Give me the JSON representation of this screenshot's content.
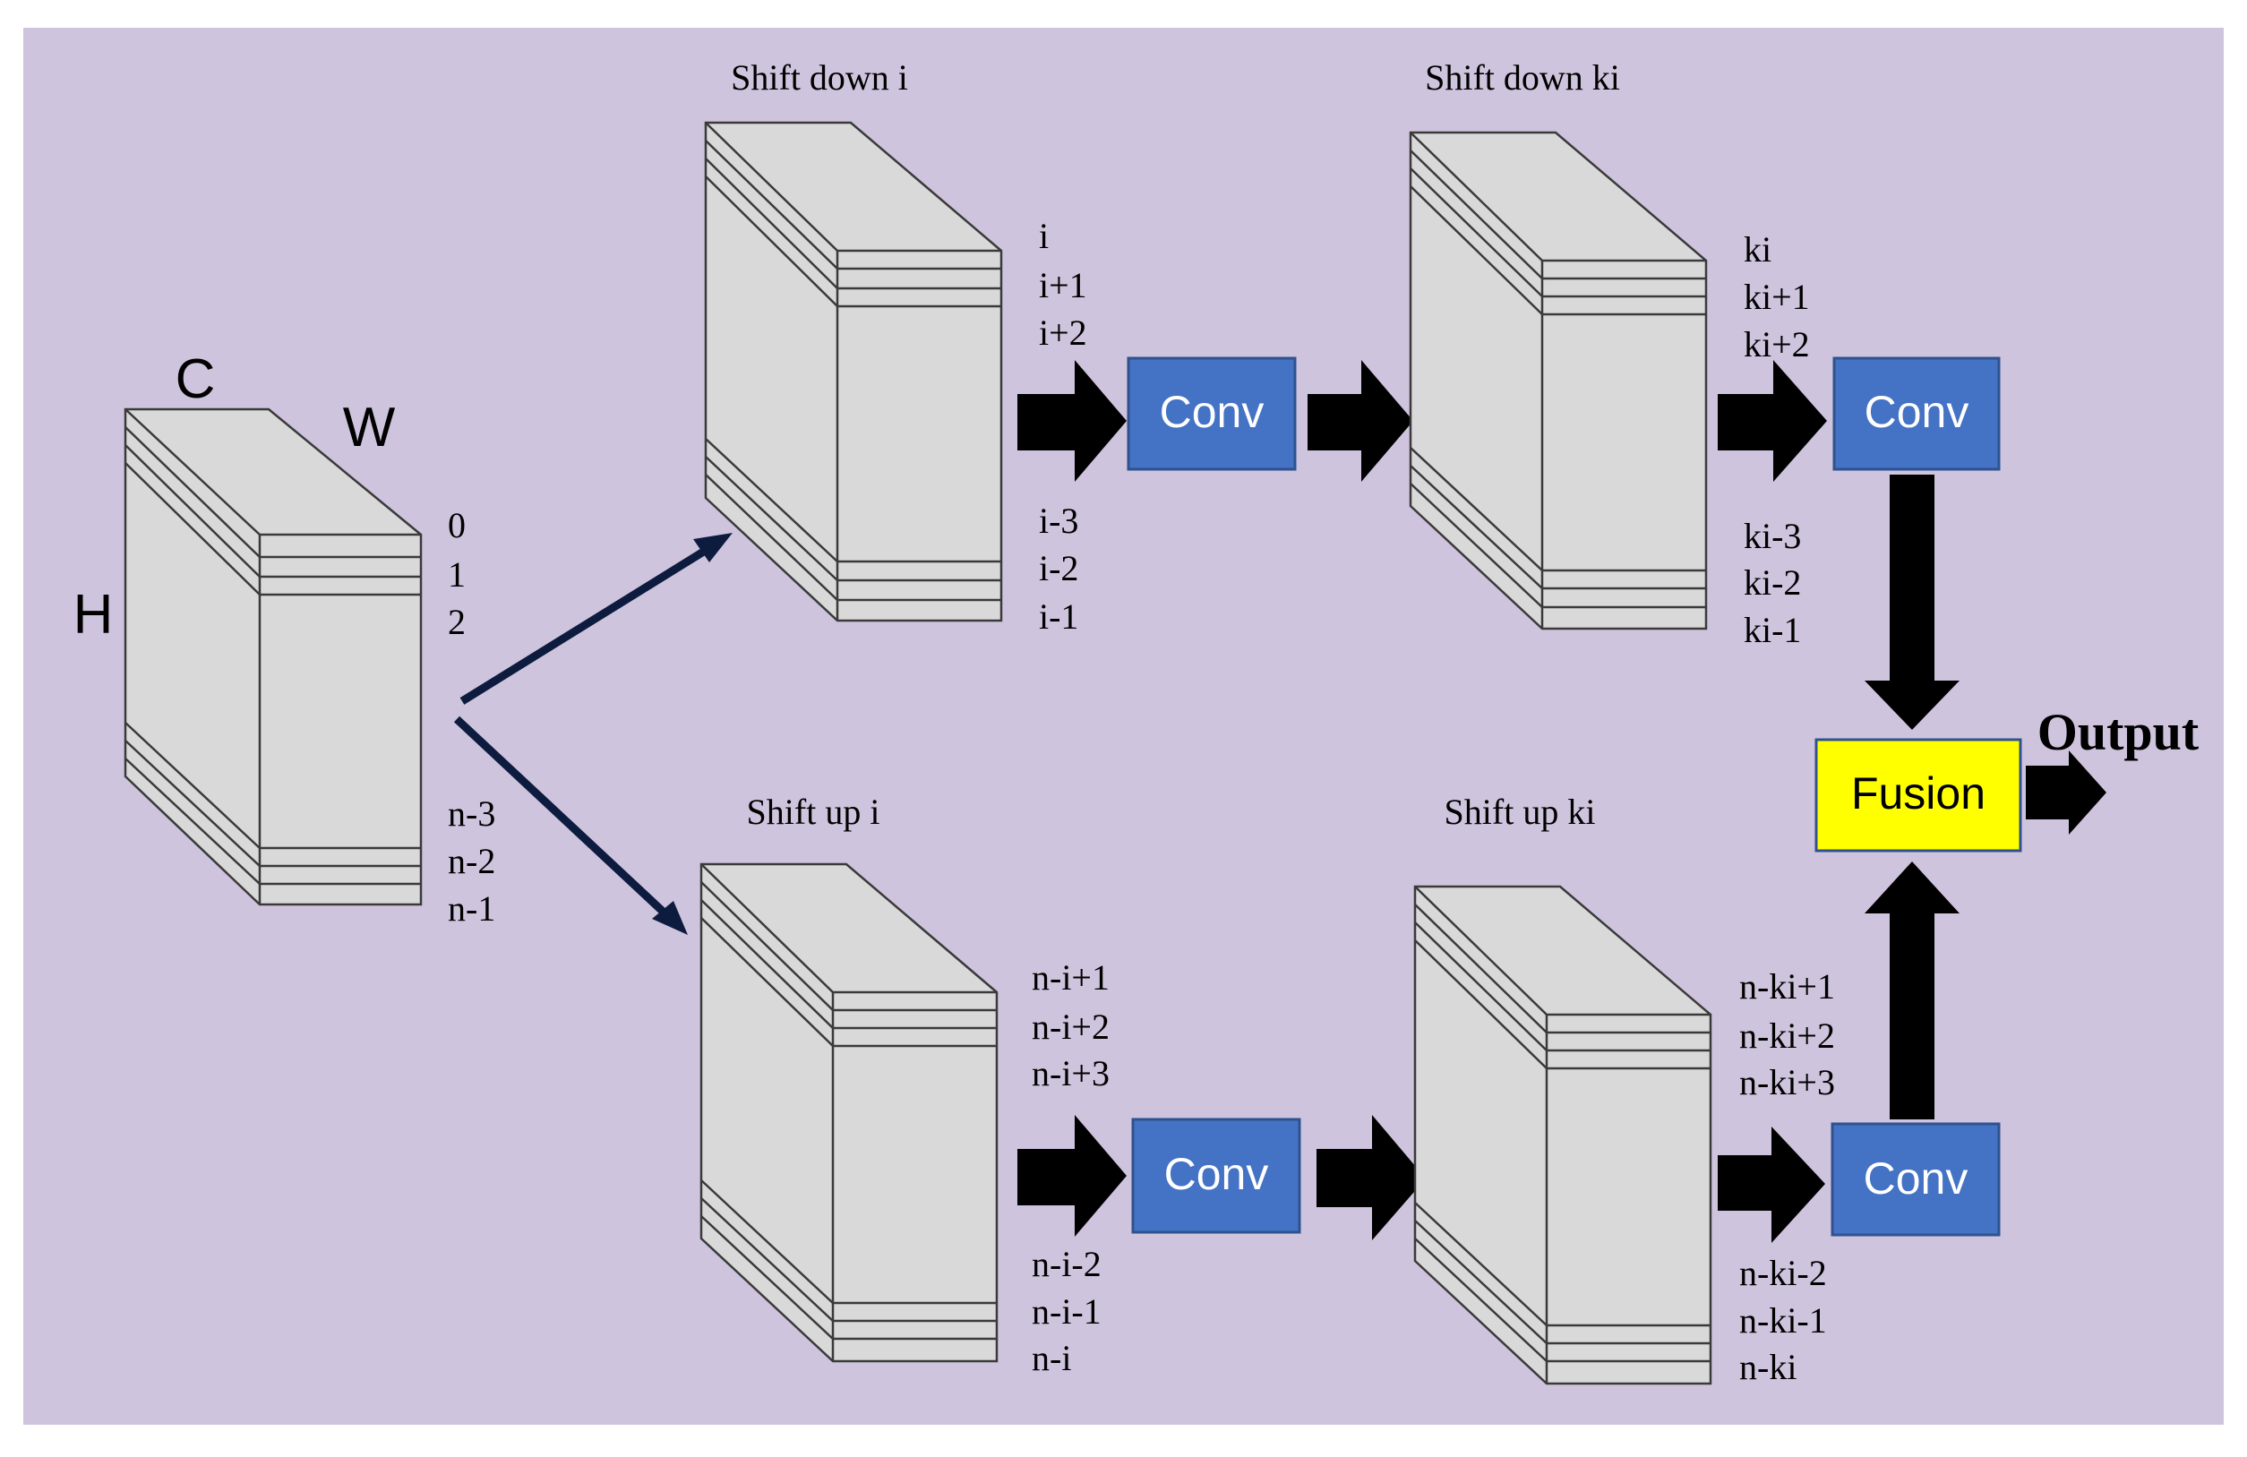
{
  "colors": {
    "background": "#cfc4dd",
    "block_face": "#d9d9d9",
    "block_stroke": "#3a3a3a",
    "conv_fill": "#4472c4",
    "conv_border": "#2f528f",
    "conv_text": "#ffffff",
    "fusion_fill": "#ffff00",
    "fusion_border": "#2f528f",
    "arrow": "#000000",
    "split_arrow": "#0d1b3e"
  },
  "input": {
    "dim_c": "C",
    "dim_w": "W",
    "dim_h": "H",
    "rows_top": [
      "0",
      "1",
      "2"
    ],
    "rows_bottom": [
      "n-3",
      "n-2",
      "n-1"
    ]
  },
  "top_branch": {
    "shift1_title": "Shift down  i",
    "shift1_rows_top": [
      "i",
      "i+1",
      "i+2"
    ],
    "shift1_rows_bottom": [
      "i-3",
      "i-2",
      "i-1"
    ],
    "conv1_label": "Conv",
    "shift2_title": "Shift down ki",
    "shift2_rows_top": [
      "ki",
      "ki+1",
      "ki+2"
    ],
    "shift2_rows_bottom": [
      "ki-3",
      "ki-2",
      "ki-1"
    ],
    "conv2_label": "Conv"
  },
  "bottom_branch": {
    "shift1_title": "Shift up   i",
    "shift1_rows_top": [
      "n-i+1",
      "n-i+2",
      "n-i+3"
    ],
    "shift1_rows_bottom": [
      "n-i-2",
      "n-i-1",
      "n-i"
    ],
    "conv1_label": "Conv",
    "shift2_title": "Shift up ki",
    "shift2_rows_top": [
      "n-ki+1",
      "n-ki+2",
      "n-ki+3"
    ],
    "shift2_rows_bottom": [
      "n-ki-2",
      "n-ki-1",
      "n-ki"
    ],
    "conv2_label": "Conv"
  },
  "fusion_label": "Fusion",
  "output_label": "Output"
}
